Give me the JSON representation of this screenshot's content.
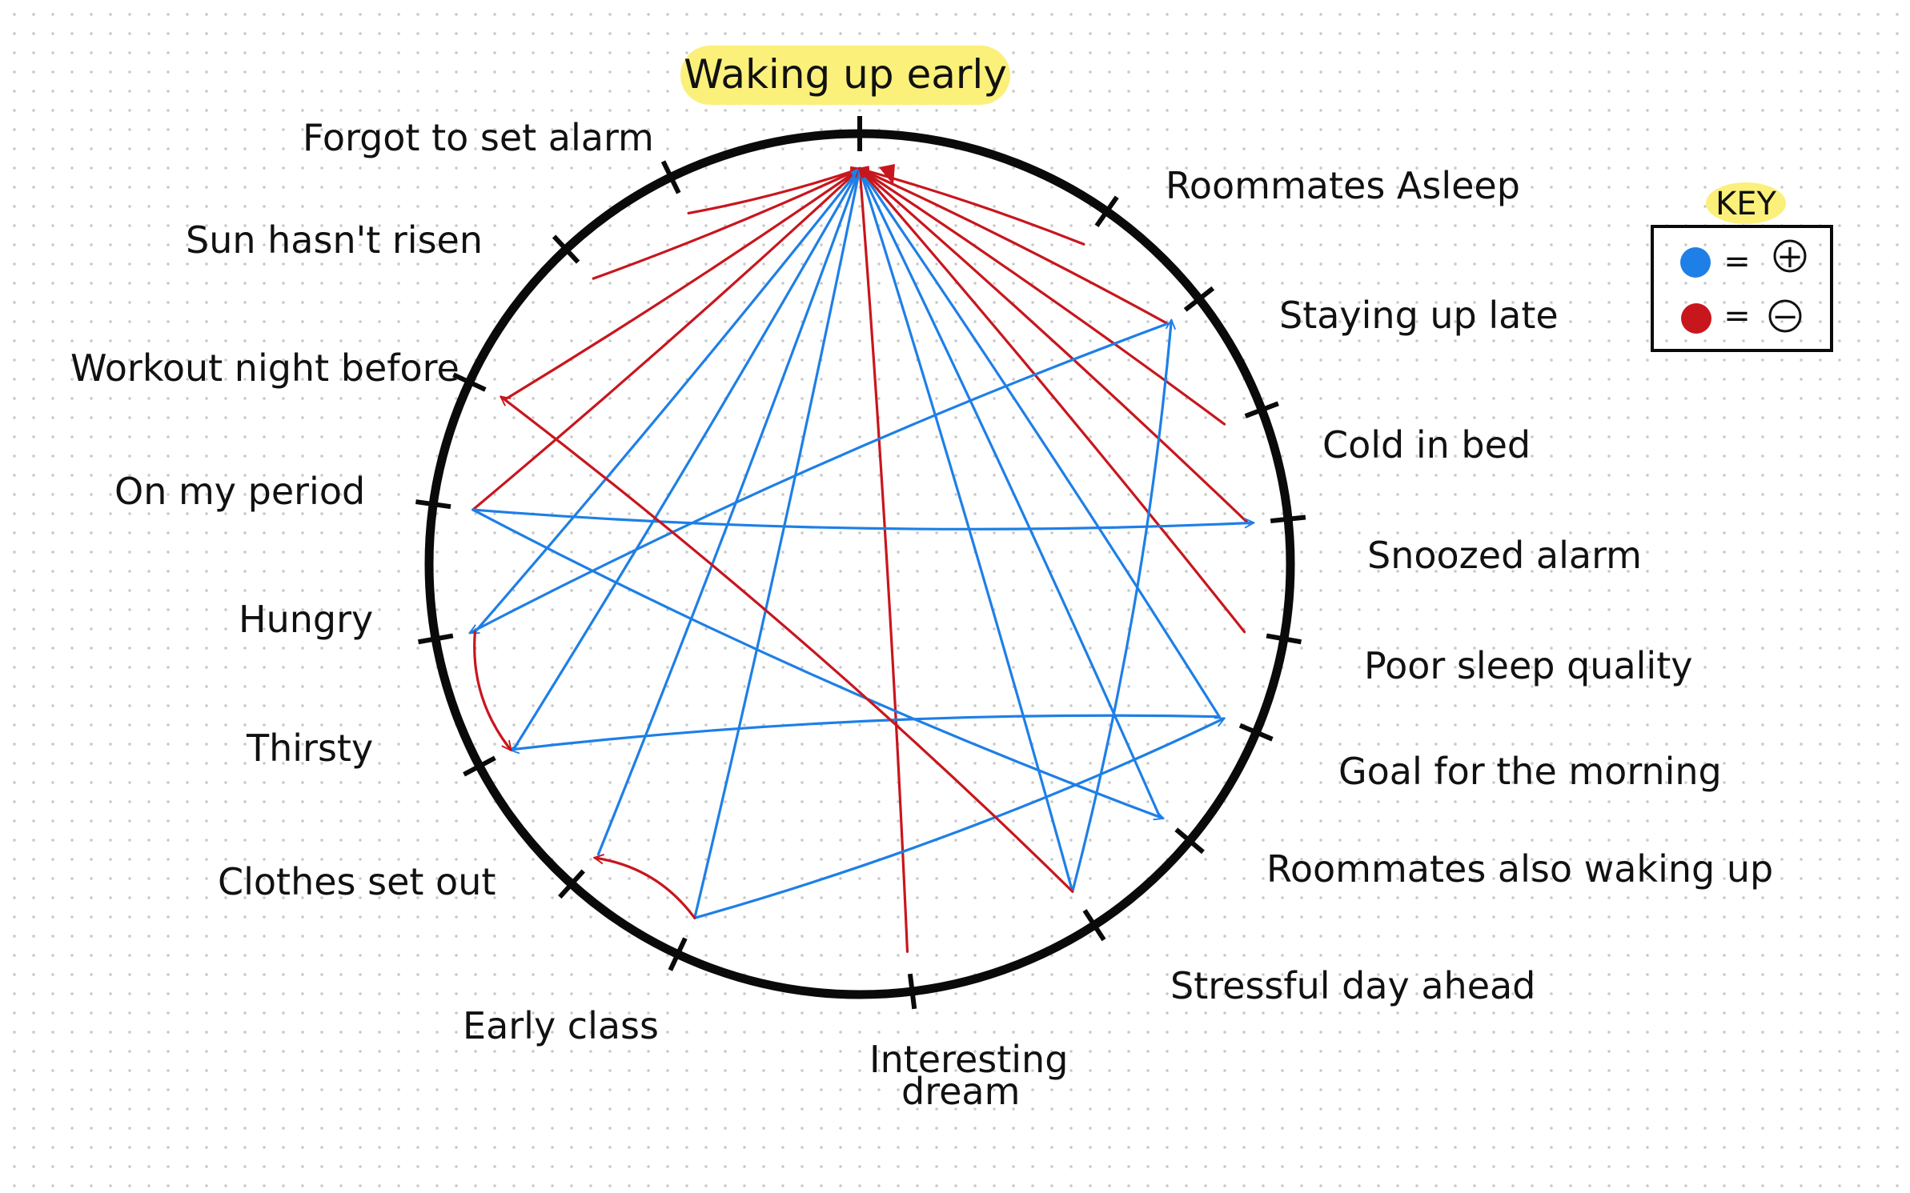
{
  "title": "Waking up early",
  "colors": {
    "positive": "#1e7fe6",
    "negative": "#c8161d",
    "highlight": "#fbf07a",
    "ring": "#0a0a0a"
  },
  "key": {
    "title": "KEY",
    "equals": "=",
    "positive_symbol": "+",
    "negative_symbol": "−",
    "positive_color": "blue",
    "negative_color": "red"
  },
  "factors": [
    {
      "id": "forgot_alarm",
      "label": "Forgot to set alarm"
    },
    {
      "id": "sun",
      "label": "Sun hasn't risen"
    },
    {
      "id": "workout",
      "label": "Workout night before"
    },
    {
      "id": "period",
      "label": "On my period"
    },
    {
      "id": "hungry",
      "label": "Hungry"
    },
    {
      "id": "thirsty",
      "label": "Thirsty"
    },
    {
      "id": "clothes",
      "label": "Clothes set out"
    },
    {
      "id": "early_class",
      "label": "Early class"
    },
    {
      "id": "dream",
      "label": "Interesting dream"
    },
    {
      "id": "stressful",
      "label": "Stressful day ahead"
    },
    {
      "id": "roommates_waking",
      "label": "Roommates also waking up"
    },
    {
      "id": "goal",
      "label": "Goal for the morning"
    },
    {
      "id": "poor_sleep",
      "label": "Poor sleep quality"
    },
    {
      "id": "snoozed",
      "label": "Snoozed alarm"
    },
    {
      "id": "cold",
      "label": "Cold in bed"
    },
    {
      "id": "staying_late",
      "label": "Staying up late"
    },
    {
      "id": "roommates_asleep",
      "label": "Roommates Asleep"
    }
  ],
  "links": [
    {
      "from": "forgot_alarm",
      "to": "waking_up_early",
      "polarity": "negative"
    },
    {
      "from": "sun",
      "to": "waking_up_early",
      "polarity": "negative"
    },
    {
      "from": "workout",
      "to": "waking_up_early",
      "polarity": "negative"
    },
    {
      "from": "period",
      "to": "waking_up_early",
      "polarity": "negative"
    },
    {
      "from": "hungry",
      "to": "waking_up_early",
      "polarity": "positive"
    },
    {
      "from": "thirsty",
      "to": "waking_up_early",
      "polarity": "positive"
    },
    {
      "from": "clothes",
      "to": "waking_up_early",
      "polarity": "positive"
    },
    {
      "from": "early_class",
      "to": "waking_up_early",
      "polarity": "positive"
    },
    {
      "from": "dream",
      "to": "waking_up_early",
      "polarity": "negative"
    },
    {
      "from": "stressful",
      "to": "waking_up_early",
      "polarity": "positive"
    },
    {
      "from": "roommates_waking",
      "to": "waking_up_early",
      "polarity": "positive"
    },
    {
      "from": "goal",
      "to": "waking_up_early",
      "polarity": "positive"
    },
    {
      "from": "poor_sleep",
      "to": "waking_up_early",
      "polarity": "negative"
    },
    {
      "from": "snoozed",
      "to": "waking_up_early",
      "polarity": "negative"
    },
    {
      "from": "cold",
      "to": "waking_up_early",
      "polarity": "negative"
    },
    {
      "from": "staying_late",
      "to": "waking_up_early",
      "polarity": "negative"
    },
    {
      "from": "roommates_asleep",
      "to": "waking_up_early",
      "polarity": "negative"
    },
    {
      "from": "period",
      "to": "snoozed",
      "polarity": "positive"
    },
    {
      "from": "period",
      "to": "roommates_waking",
      "polarity": "positive"
    },
    {
      "from": "staying_late",
      "to": "hungry",
      "polarity": "positive"
    },
    {
      "from": "stressful",
      "to": "staying_late",
      "polarity": "positive"
    },
    {
      "from": "goal",
      "to": "thirsty",
      "polarity": "positive"
    },
    {
      "from": "early_class",
      "to": "goal",
      "polarity": "positive"
    },
    {
      "from": "stressful",
      "to": "workout",
      "polarity": "negative"
    },
    {
      "from": "early_class",
      "to": "clothes",
      "polarity": "negative"
    },
    {
      "from": "hungry",
      "to": "thirsty",
      "polarity": "negative"
    }
  ]
}
